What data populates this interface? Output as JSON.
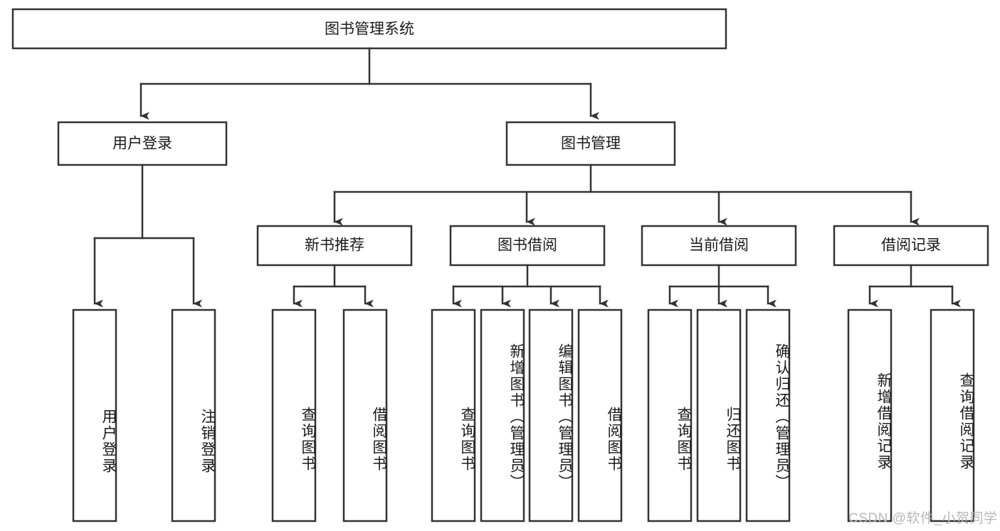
{
  "diagram": {
    "type": "hierarchy-tree",
    "title": "图书管理系统",
    "watermark": "CSDN @软件_小贺同学",
    "colors": {
      "stroke": "#333333",
      "fill": "#ffffff",
      "text": "#1a1a1a",
      "watermark": "#b8b8b8"
    },
    "levels": {
      "root": {
        "label": "图书管理系统"
      },
      "level2": [
        {
          "label": "用户登录"
        },
        {
          "label": "图书管理"
        }
      ],
      "level3": [
        {
          "label": "新书推荐"
        },
        {
          "label": "图书借阅"
        },
        {
          "label": "当前借阅"
        },
        {
          "label": "借阅记录"
        }
      ],
      "leaves": {
        "user_login": [
          {
            "label": "用户登录"
          },
          {
            "label": "注销登录"
          }
        ],
        "new_book_recommend": [
          {
            "label": "查询图书"
          },
          {
            "label": "借阅图书"
          }
        ],
        "book_borrow": [
          {
            "label": "查询图书"
          },
          {
            "label": "新增图书（管理员）"
          },
          {
            "label": "编辑图书（管理员）"
          },
          {
            "label": "借阅图书"
          }
        ],
        "current_borrow": [
          {
            "label": "查询图书"
          },
          {
            "label": "归还图书"
          },
          {
            "label": "确认归还（管理员）"
          }
        ],
        "borrow_record": [
          {
            "label": "新增借阅记录"
          },
          {
            "label": "查询借阅记录"
          }
        ]
      }
    }
  }
}
